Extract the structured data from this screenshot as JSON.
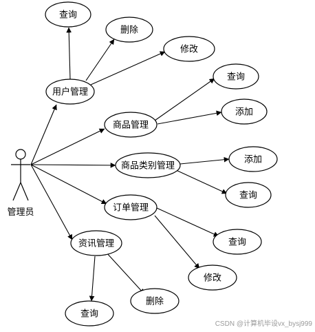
{
  "actor": {
    "label": "管理员"
  },
  "modules": {
    "user": {
      "label": "用户管理"
    },
    "product": {
      "label": "商品管理"
    },
    "category": {
      "label": "商品类别管理"
    },
    "order": {
      "label": "订单管理"
    },
    "news": {
      "label": "资讯管理"
    }
  },
  "actions": {
    "user_query": {
      "label": "查询"
    },
    "user_delete": {
      "label": "删除"
    },
    "user_edit": {
      "label": "修改"
    },
    "product_query": {
      "label": "查询"
    },
    "product_add": {
      "label": "添加"
    },
    "category_add": {
      "label": "添加"
    },
    "category_query": {
      "label": "查询"
    },
    "order_query": {
      "label": "查询"
    },
    "order_edit": {
      "label": "修改"
    },
    "news_query": {
      "label": "查询"
    },
    "news_delete": {
      "label": "删除"
    }
  },
  "watermark": "CSDN @计算机毕设vx_bysj999"
}
